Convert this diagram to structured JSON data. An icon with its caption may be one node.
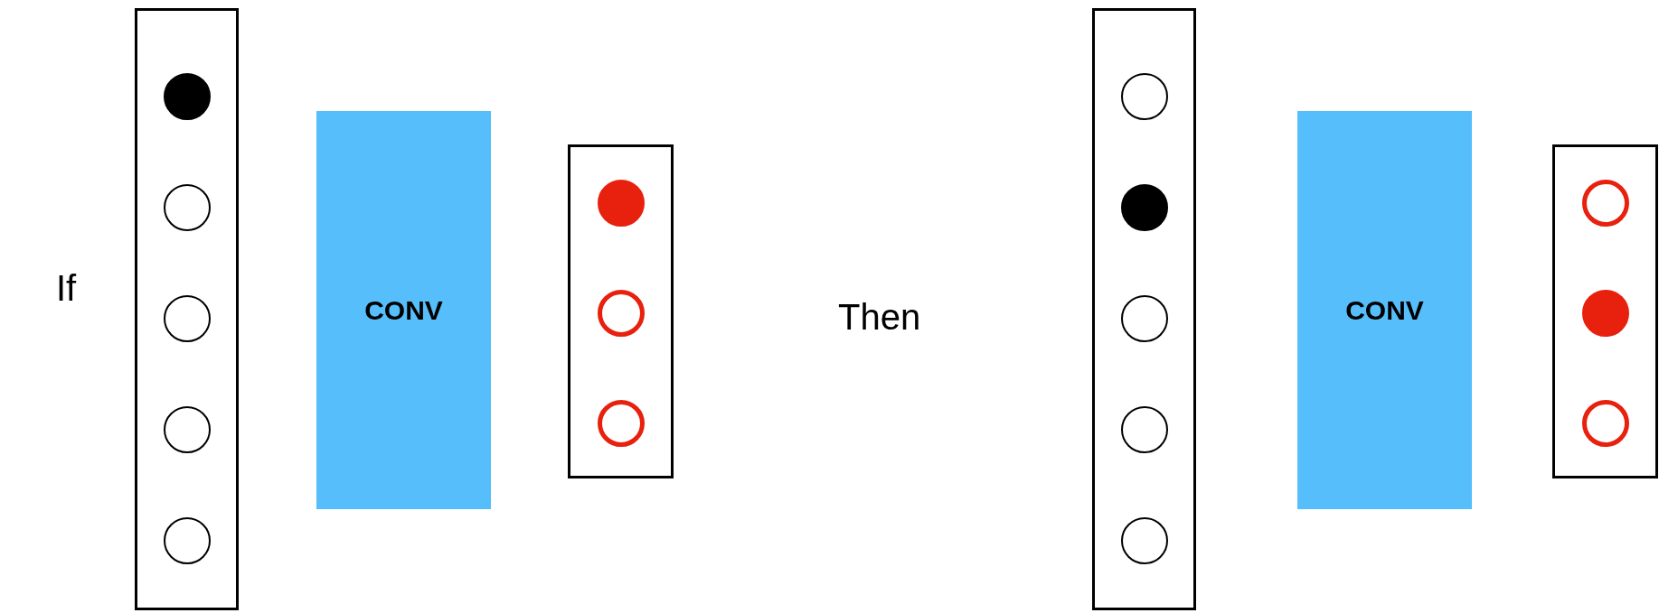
{
  "diagram": {
    "nodes": [
      {
        "text": [],
        "shape": "box"
      },
      {
        "text": [],
        "shape": "circle",
        "in": 0
      },
      {
        "text": [],
        "shape": "circle",
        "in": 0
      },
      {
        "text": [],
        "shape": "circle",
        "in": 0
      },
      {
        "text": [],
        "shape": "circle",
        "in": 0
      },
      {
        "text": [],
        "shape": "circle",
        "in": 0
      },
      {
        "text": [
          "CONV"
        ]
      },
      {
        "text": [],
        "shape": "box"
      },
      {
        "text": [],
        "shape": "circle",
        "in": 7
      },
      {
        "text": [],
        "shape": "circle",
        "in": 7
      },
      {
        "text": [],
        "shape": "circle",
        "in": 7
      },
      {
        "text": [],
        "shape": "box"
      },
      {
        "text": [],
        "shape": "circle",
        "in": 11
      },
      {
        "text": [],
        "shape": "circle",
        "in": 11
      },
      {
        "text": [],
        "shape": "circle",
        "in": 11
      },
      {
        "text": [],
        "shape": "circle",
        "in": 11
      },
      {
        "text": [],
        "shape": "circle",
        "in": 11
      },
      {
        "text": [
          "CONV"
        ]
      },
      {
        "text": [],
        "shape": "box"
      },
      {
        "text": [],
        "shape": "circle",
        "in": 18
      },
      {
        "text": [],
        "shape": "circle",
        "in": 18
      },
      {
        "text": [],
        "shape": "circle",
        "in": 18
      }
    ],
    "labels": [
      "If",
      "Then"
    ]
  }
}
